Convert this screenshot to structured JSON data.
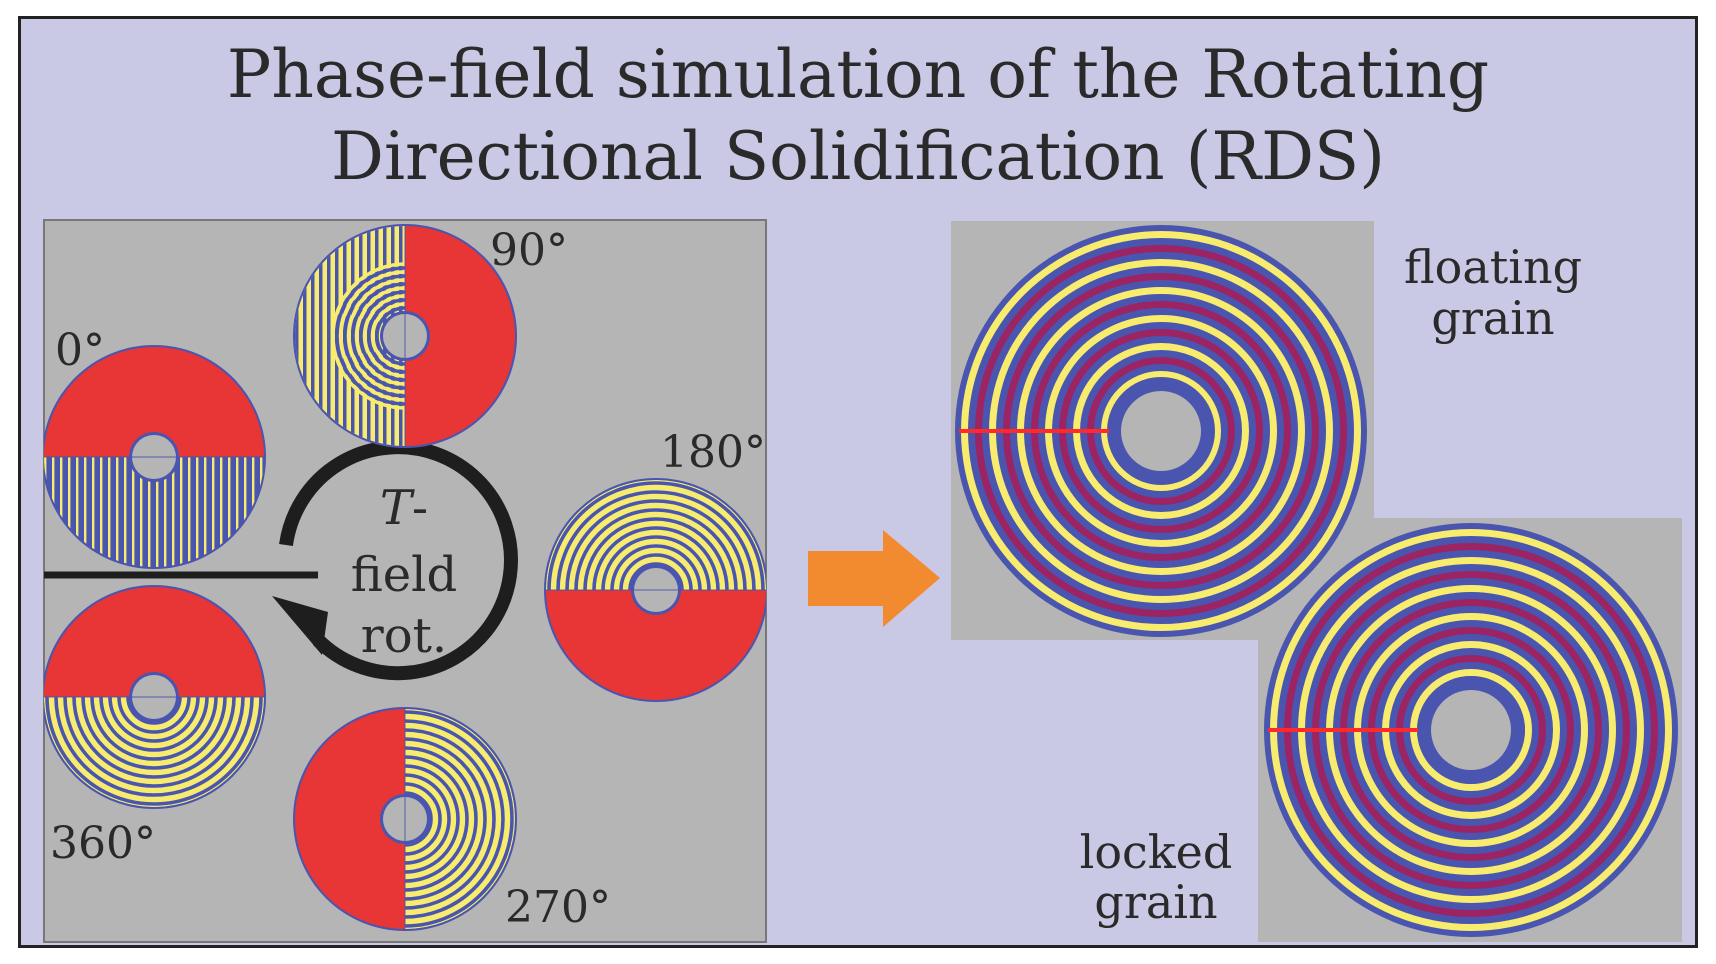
{
  "title": {
    "line1": "Phase-field simulation of the Rotating",
    "line2": "Directional Solidification (RDS)"
  },
  "left_panel": {
    "angle_labels": {
      "deg0": "0°",
      "deg90": "90°",
      "deg180": "180°",
      "deg270": "270°",
      "deg360": "360°"
    },
    "rotation_label": {
      "line1_italic": "T",
      "line1_suffix": "-",
      "line2": "field",
      "line3": "rot."
    }
  },
  "right_panel": {
    "top_label": {
      "line1": "floating",
      "line2": "grain"
    },
    "bottom_label": {
      "line1": "locked",
      "line2": "grain"
    }
  },
  "colors": {
    "frame_bg": "#c9c9e5",
    "panel_gray": "#b5b5b5",
    "liquid_red": "#e83535",
    "phase_blue": "#4a55b0",
    "phase_yellow": "#f7ec6e",
    "phase_purple": "#9c2462",
    "arrow_orange": "#f28a30",
    "grain_line_red": "#ff2a2a",
    "text": "#2a2a2a"
  }
}
